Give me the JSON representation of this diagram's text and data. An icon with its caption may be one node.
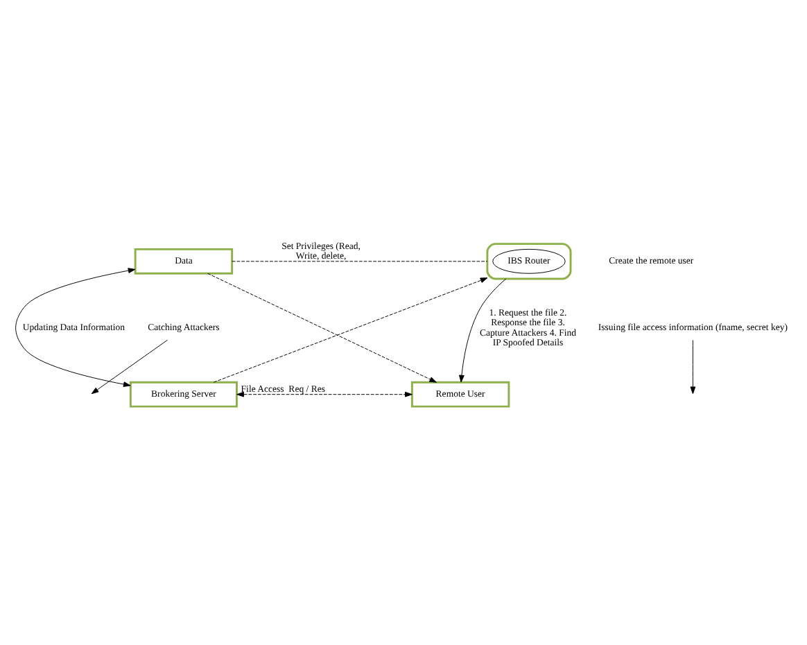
{
  "diagram": {
    "nodes": [
      {
        "text": [
          "Data"
        ]
      },
      {
        "text": [],
        "shape": "cloud"
      },
      {
        "text": [
          "IBS Router"
        ],
        "in": 1
      },
      {
        "text": [
          "Catching Attackers"
        ]
      },
      {
        "text": [
          "Issuing file access information (fname, secret key)"
        ]
      },
      {
        "text": [
          "Brokering Server"
        ]
      },
      {
        "text": [
          "Remote User"
        ]
      }
    ],
    "edges": [
      {
        "from": 0,
        "to": 1,
        "arrow": "none",
        "style": "dashed",
        "label": "Set Privileges (Read, Write, delete,"
      },
      {
        "from": 0,
        "to": 6,
        "arrow": "to",
        "style": "dashed"
      },
      {
        "from": 5,
        "to": 1,
        "arrow": "to",
        "style": "dashed"
      },
      {
        "from": 0,
        "to": 5,
        "arrow": "both",
        "label": "Updating Data Information"
      },
      {
        "from": 1,
        "to": 6,
        "arrow": "to",
        "label": "1. Request the file 2. Response the file 3. Capture Attackers 4. Find IP Spoofed Details"
      },
      {
        "from": 3,
        "to": null,
        "arrow": "to"
      },
      {
        "from": 4,
        "to": null,
        "arrow": "to"
      },
      {
        "from": 5,
        "to": 6,
        "arrow": "both",
        "style": "dashed",
        "label": "File Access  Req / Res"
      }
    ],
    "labels": [
      "Create the remote user"
    ]
  }
}
